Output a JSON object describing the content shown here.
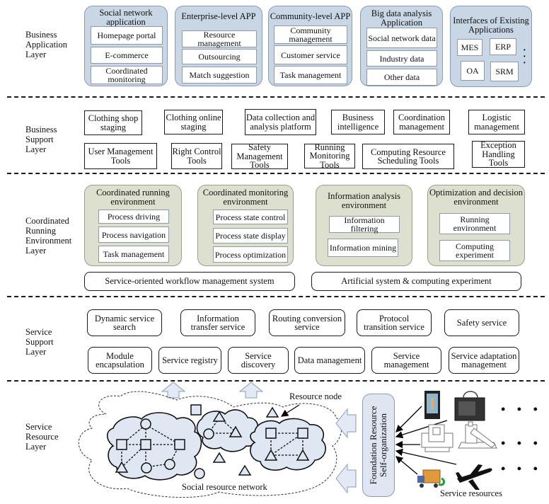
{
  "layers": {
    "business_application": {
      "label": "Business\nApplication\nLayer",
      "groups": [
        {
          "title": "Social network\napplication",
          "items": [
            "Homepage portal",
            "E-commerce",
            "Coordinated\nmonitoring"
          ]
        },
        {
          "title": "Enterprise-level APP",
          "items": [
            "Resource\nmanagement",
            "Outsourcing",
            "Match suggestion"
          ]
        },
        {
          "title": "Community-level APP",
          "items": [
            "Community\nmanagement",
            "Customer service",
            "Task management"
          ]
        },
        {
          "title": "Big data analysis\nApplication",
          "items": [
            "Social network data",
            "Industry data",
            "Other data"
          ]
        },
        {
          "title": "Interfaces of Existing\nApplications",
          "items": [
            "MES",
            "ERP",
            "OA",
            "SRM"
          ],
          "more": ":"
        }
      ]
    },
    "business_support": {
      "label": "Business\nSupport\nLayer",
      "row1": [
        "Clothing shop\nstaging",
        "Clothing online\nstaging",
        "Data collection and\nanalysis platform",
        "Business\nintelligence",
        "Coordination\nmanagement",
        "Logistic\nmanagement"
      ],
      "row2": [
        "User Management\nTools",
        "Right Control\nTools",
        "Safety\nManagement\nTools",
        "Running\nMonitoring\nTools",
        "Computing Resource\nScheduling Tools",
        "Exception\nHandling\nTools"
      ]
    },
    "coordinated_running": {
      "label": "Coordinated\nRunning\nEnvironment\nLayer",
      "groups": [
        {
          "title": "Coordinated running\nenvironment",
          "items": [
            "Process driving",
            "Process navigation",
            "Task management"
          ]
        },
        {
          "title": "Coordinated monitoring\nenvironment",
          "items": [
            "Process state control",
            "Process state display",
            "Process optimization"
          ]
        },
        {
          "title": "Information analysis\nenvironment",
          "items": [
            "Information filtering",
            "Information mining"
          ]
        },
        {
          "title": "Optimization and\ndecision environment",
          "items": [
            "Running\nenvironment",
            "Computing\nexperiment"
          ]
        }
      ],
      "bars": [
        "Service-oriented workflow management system",
        "Artificial system & computing experiment"
      ]
    },
    "service_support": {
      "label": "Service\nSupport\nLayer",
      "row1": [
        "Dynamic service\nsearch",
        "Information\ntransfer service",
        "Routing conversion\nservice",
        "Protocol\ntransition service",
        "Safety service"
      ],
      "row2": [
        "Module\nencapsulation",
        "Service registry",
        "Service\ndiscovery",
        "Data management",
        "Service\nmanagement",
        "Service adaptation\nmanagement"
      ]
    },
    "service_resource": {
      "label": "Service\nResource\nLayer",
      "resource_node_label": "Resource node",
      "network_label": "Social resource network",
      "foundation_label": "Foundation Resource\nSelf-organization",
      "resources_label": "Service resources",
      "resource_icons": [
        "kiosk-display",
        "3d-printer",
        "cnc-machine",
        "robot-arm",
        "delivery-truck",
        "airplane"
      ],
      "more": "• • •"
    }
  },
  "colors": {
    "app_group_fill": "#c9d6e6",
    "env_group_fill": "#dde0cf",
    "cloud_fill": "#dfe7f3",
    "arrow_fill": "#e3eaf5"
  }
}
